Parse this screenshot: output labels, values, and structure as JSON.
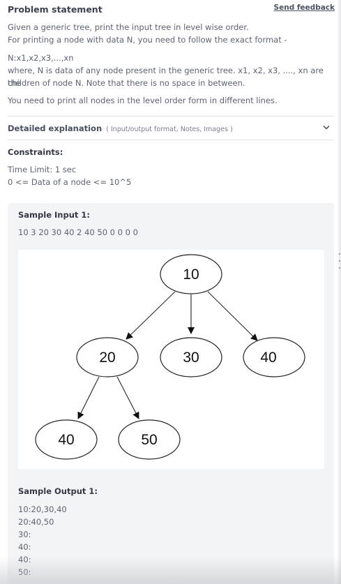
{
  "header": {
    "title": "Problem statement",
    "feedback_label": "Send feedback"
  },
  "statement": {
    "lines": [
      "Given a generic tree, print the input tree in level wise order.",
      "For printing a node with data N, you need to follow the exact format -",
      "N:x1,x2,x3,...,xn",
      "where, N is data of any node present in the generic tree. x1, x2, x3, ...., xn are the",
      "children of node N. Note that there is no space in between.",
      "You need to print all nodes in the level order form in different lines."
    ]
  },
  "details": {
    "title": "Detailed explanation",
    "subtitle": "( Input/output format, Notes, Images )",
    "icon": "chevron-down-icon"
  },
  "constraints": {
    "title": "Constraints:",
    "lines": [
      "Time Limit: 1 sec",
      "0 <= Data of a node <= 10^5"
    ]
  },
  "sample": {
    "input_label": "Sample Input 1:",
    "input_value": "10 3 20 30 40 2 40 50 0 0 0 0",
    "output_label": "Sample Output 1:",
    "output_lines": [
      "10:20,30,40",
      "20:40,50",
      "30:",
      "40:",
      "40:",
      "50:"
    ]
  },
  "tree_image": {
    "nodes": {
      "root": "10",
      "child_a": "20",
      "child_b": "30",
      "child_c": "40",
      "grandchild_a": "40",
      "grandchild_b": "50"
    }
  }
}
